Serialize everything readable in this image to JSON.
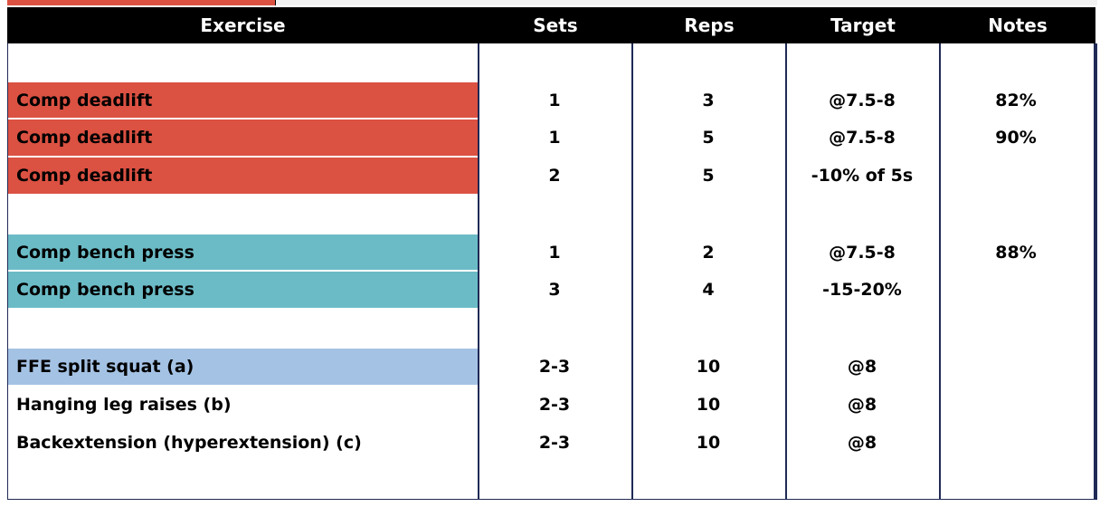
{
  "colors": {
    "header_bg": "#000000",
    "header_text": "#ffffff",
    "deadlift_band": "#db5142",
    "bench_band": "#6bbbc6",
    "accessory_band": "#a4c2e4",
    "grid_line": "#1f2a55"
  },
  "header": {
    "exercise": "Exercise",
    "sets": "Sets",
    "reps": "Reps",
    "target": "Target",
    "notes": "Notes"
  },
  "rows": [
    {
      "exercise": "Comp deadlift",
      "sets": "1",
      "reps": "3",
      "target": "@7.5-8",
      "notes": "82%"
    },
    {
      "exercise": "Comp deadlift",
      "sets": "1",
      "reps": "5",
      "target": "@7.5-8",
      "notes": "90%"
    },
    {
      "exercise": "Comp deadlift",
      "sets": "2",
      "reps": "5",
      "target": "-10% of 5s",
      "notes": ""
    },
    {
      "exercise": "Comp bench press",
      "sets": "1",
      "reps": "2",
      "target": "@7.5-8",
      "notes": "88%"
    },
    {
      "exercise": "Comp bench press",
      "sets": "3",
      "reps": "4",
      "target": "-15-20%",
      "notes": ""
    },
    {
      "exercise": "FFE split squat (a)",
      "sets": "2-3",
      "reps": "10",
      "target": "@8",
      "notes": ""
    },
    {
      "exercise": "Hanging leg raises (b)",
      "sets": "2-3",
      "reps": "10",
      "target": "@8",
      "notes": ""
    },
    {
      "exercise": "Backextension (hyperextension) (c)",
      "sets": "2-3",
      "reps": "10",
      "target": "@8",
      "notes": ""
    }
  ]
}
